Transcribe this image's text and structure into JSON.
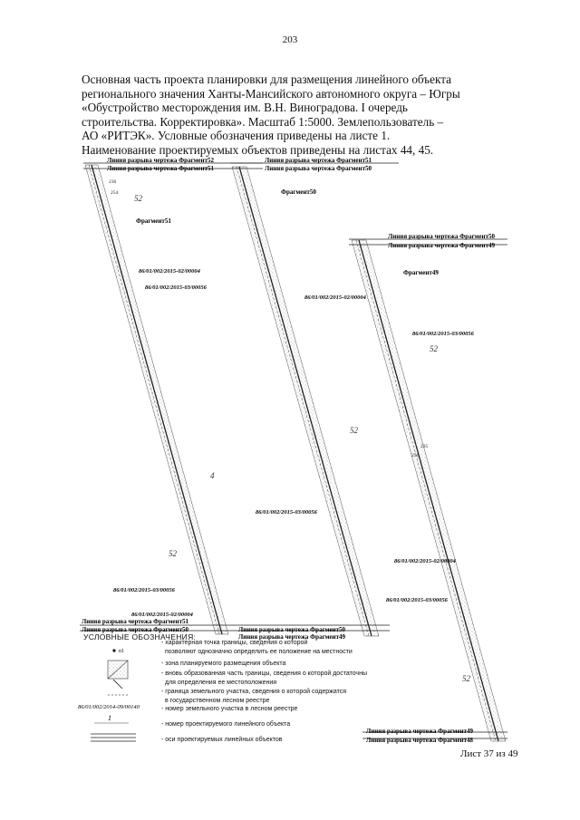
{
  "page_number": "203",
  "header_lines": [
    "Основная часть проекта планировки для размещения линейного объекта",
    "регионального значения Ханты-Мансийского автономного округа – Югры",
    "«Обустройство месторождения им. В.Н. Виноградова. I очередь",
    "строительства. Корректировка». Масштаб 1:5000. Землепользователь –",
    "АО «РИТЭК». Условные обозначения приведены на листе 1.",
    "Наименование проектируемых объектов приведены на листах 44, 45."
  ],
  "break_labels": {
    "f52": "Линия разрыва чертежа Фрагмент52",
    "f51": "Линия разрыва чертежа Фрагмент51",
    "f50": "Линия разрыва чертежа Фрагмент50",
    "f49": "Линия разрыва чертежа Фрагмент49",
    "f48": "Линия разрыва чертежа Фрагмент48"
  },
  "fragments": {
    "f51": "Фрагмент51",
    "f50": "Фрагмент50",
    "f49": "Фрагмент49"
  },
  "cadastral": {
    "a": "86/01/002/2015-02/00004",
    "b": "86/01/002/2015-03/00056",
    "c": "86/01/002/2015-02/00004",
    "d": "86/01/002/2015-03/00056",
    "e": "86/01/002/2015-03/00056",
    "f": "86/01/002/2015-02/00004",
    "g": "86/01/002/2015-03/00056",
    "h": "86/01/002/2015-03/00056",
    "i": "86/01/002/2015-02/00004"
  },
  "numbers": {
    "n236": "236",
    "n254": "254",
    "n235": "235",
    "n256": "256",
    "n52a": "52",
    "n52b": "52",
    "n52c": "52",
    "n52d": "52",
    "n52e": "52",
    "n4": "4"
  },
  "legend": {
    "title": "УСЛОВНЫЕ ОБОЗНАЧЕНИЯ:",
    "point_symbol": "n1",
    "items": [
      "- характерная точка границы, сведения о которой",
      "позволяют однозначно определить ее положение на местности",
      "- зона планируемого размещения объекта",
      "- вновь образованная часть границы, сведения о которой достаточны",
      "для определения ее местоположения",
      "- граница земельного участка, сведения о которой содержатся",
      "в государственном лесном реестре",
      "- номер земельного участка в лесном реестре",
      "- номер проектируемого линейного объекта",
      "- оси проектируемых линейных объектов"
    ],
    "sample_cadastral": "86/01/002/2014-09/00140",
    "sample_number": "1"
  },
  "footer": "Лист 37 из 49"
}
